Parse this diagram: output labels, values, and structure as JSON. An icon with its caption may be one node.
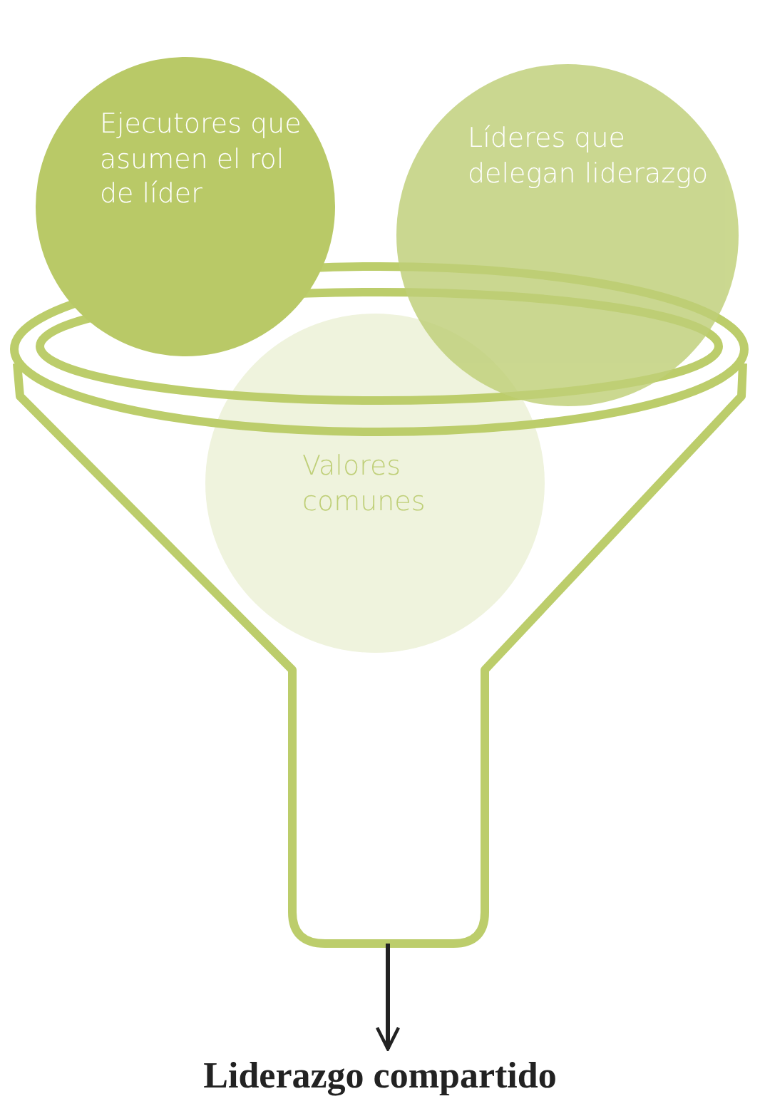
{
  "diagram": {
    "nodes": [
      {
        "text": [
          "Ejecutores que asumen el rol de líder"
        ]
      },
      {
        "text": [
          "Líderes que delegan liderazgo"
        ]
      },
      {
        "text": [
          "Valores comunes"
        ],
        "in": 3
      },
      {
        "text": [],
        "shape": "funnel"
      },
      {
        "text": [
          "Liderazgo compartido"
        ]
      }
    ],
    "edges": [
      {
        "from": 3,
        "to": 4,
        "arrow": "to"
      }
    ]
  }
}
